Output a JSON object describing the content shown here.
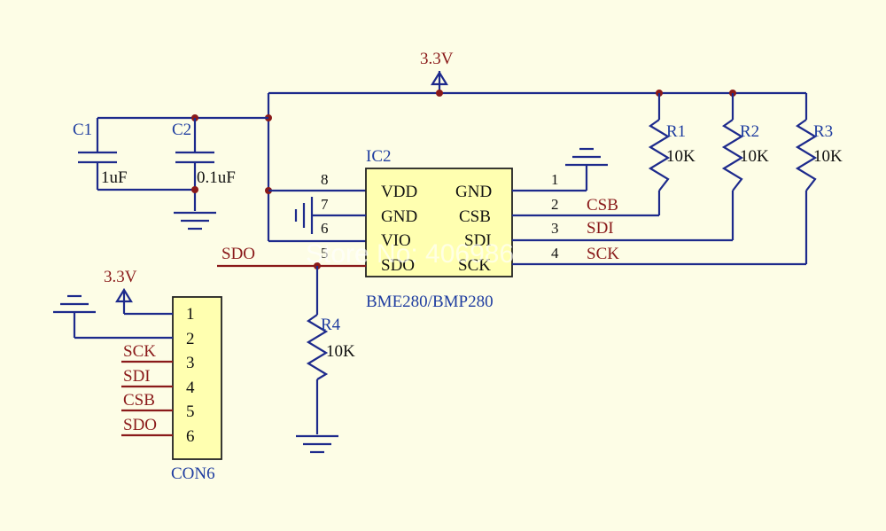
{
  "power": {
    "vcc_top": "3.3V",
    "vcc_con": "3.3V"
  },
  "capacitors": [
    {
      "ref": "C1",
      "value": "1uF"
    },
    {
      "ref": "C2",
      "value": "0.1uF"
    }
  ],
  "ic": {
    "ref": "IC2",
    "part": "BME280/BMP280",
    "left_pins": [
      {
        "num": "8",
        "name": "VDD"
      },
      {
        "num": "7",
        "name": "GND"
      },
      {
        "num": "6",
        "name": "VIO"
      },
      {
        "num": "5",
        "name": "SDO"
      }
    ],
    "right_pins": [
      {
        "num": "1",
        "name": "GND"
      },
      {
        "num": "2",
        "name": "CSB"
      },
      {
        "num": "3",
        "name": "SDI"
      },
      {
        "num": "4",
        "name": "SCK"
      }
    ]
  },
  "resistors": [
    {
      "ref": "R1",
      "value": "10K"
    },
    {
      "ref": "R2",
      "value": "10K"
    },
    {
      "ref": "R3",
      "value": "10K"
    },
    {
      "ref": "R4",
      "value": "10K"
    }
  ],
  "nets": {
    "csb": "CSB",
    "sdi": "SDI",
    "sck": "SCK",
    "sdo": "SDO"
  },
  "connector": {
    "ref": "CON6",
    "pins": [
      "1",
      "2",
      "3",
      "4",
      "5",
      "6"
    ],
    "net_labels": [
      "SCK",
      "SDI",
      "CSB",
      "SDO"
    ]
  },
  "watermark": "Store No: 406986"
}
